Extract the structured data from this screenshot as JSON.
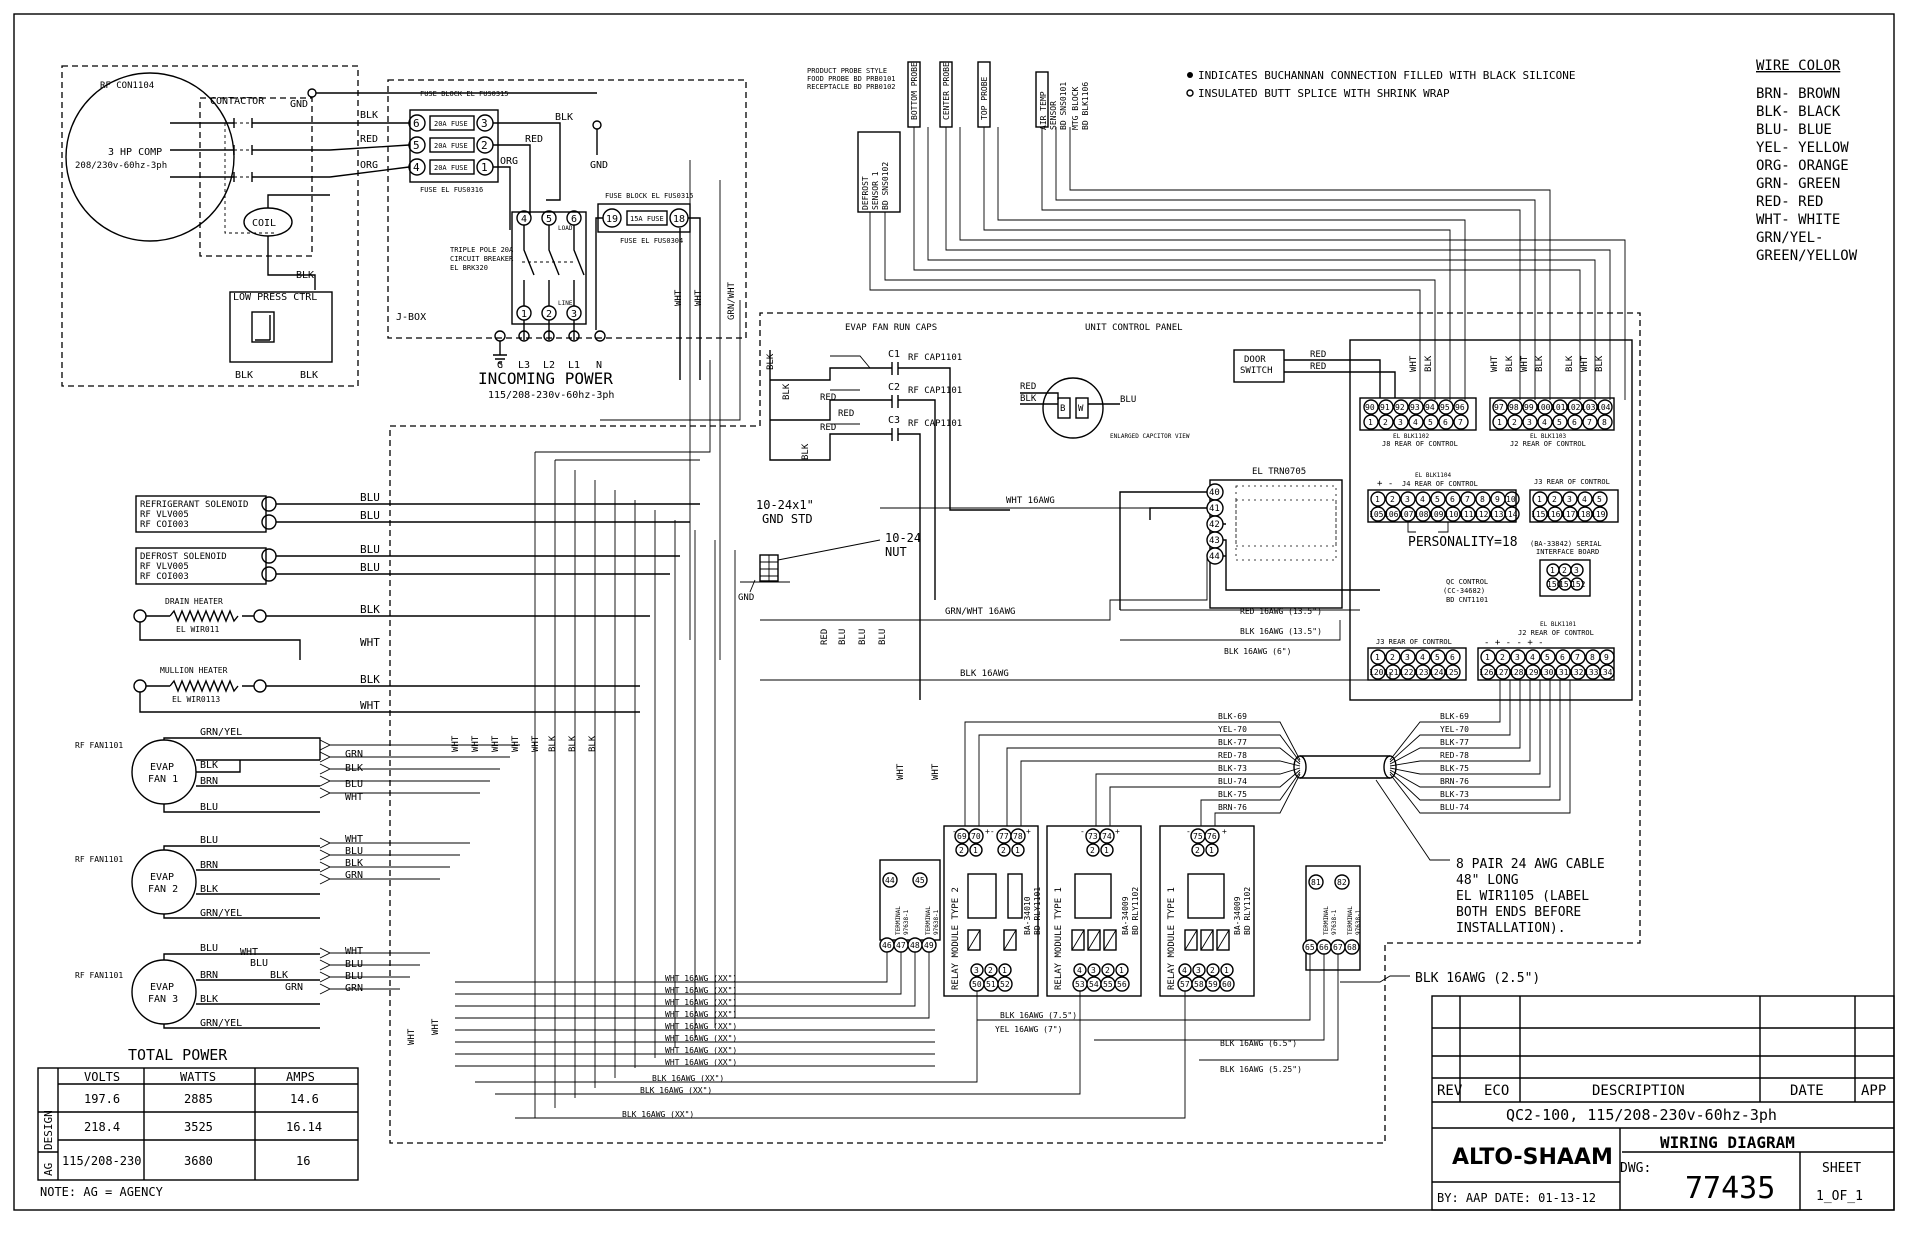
{
  "notes": [
    "INDICATES BUCHANNAN CONNECTION FILLED WITH BLACK SILICONE",
    "INSULATED BUTT SPLICE WITH SHRINK WRAP"
  ],
  "wire_color": {
    "title": "WIRE COLOR",
    "entries": [
      "BRN- BROWN",
      "BLK- BLACK",
      "BLU- BLUE",
      "YEL- YELLOW",
      "ORG- ORANGE",
      "GRN- GREEN",
      "RED- RED",
      "WHT- WHITE",
      "GRN/YEL-",
      "GREEN/YELLOW"
    ]
  },
  "compressor": {
    "ref": "RF CON1104",
    "name": "3 HP COMP",
    "rating": "208/230v-60hz-3ph",
    "contactor": "CONTACTOR",
    "coil": "COIL",
    "low_press": "LOW PRESS CTRL",
    "gnd": "GND"
  },
  "jbox": {
    "label": "J-BOX",
    "fuse_block_top": "FUSE BLOCK EL FUS0315",
    "fuse_block_bottom": "FUSE EL FUS0316",
    "fuse_label": "20A FUSE",
    "fuse_small": "15A FUSE",
    "fuse_block_right": "FUSE BLOCK EL FUS0315",
    "fuse_right_bottom": "FUSE EL FUS0304",
    "breaker": [
      "TRIPLE POLE 20A",
      "CIRCUIT BREAKER",
      "EL BRK320"
    ],
    "gnd": "GND",
    "line": "LINE",
    "load": "LOAD"
  },
  "incoming": {
    "terminals": [
      "G",
      "L3",
      "L2",
      "L1",
      "N"
    ],
    "label": "INCOMING POWER",
    "rating": "115/208-230v-60hz-3ph"
  },
  "probes": {
    "style_note": [
      "PRODUCT PROBE STYLE",
      "FOOD PROBE BD PRB0101",
      "RECEPTACLE BD PRB0102"
    ],
    "defrost": [
      "DEFROST",
      "SENSOR 1",
      "BD SNS0102"
    ],
    "bottom": "BOTTOM PROBE",
    "center": "CENTER PROBE",
    "top": "TOP PROBE",
    "air": [
      "AIR TEMP",
      "SENSOR",
      "BD SNS0101"
    ],
    "mtg": [
      "MTG BLOCK",
      "BD BLK1106"
    ]
  },
  "left_components": {
    "ref_solenoid": [
      "REFRIGERANT SOLENOID",
      "RF VLV005",
      "RF COI003"
    ],
    "def_solenoid": [
      "DEFROST SOLENOID",
      "RF VLV005",
      "RF COI003"
    ],
    "drain_heater": [
      "DRAIN HEATER",
      "EL WIR011"
    ],
    "mullion_heater": [
      "MULLION HEATER",
      "EL WIR0113"
    ],
    "fan_ref": "RF FAN1101",
    "fan1": [
      "EVAP",
      "FAN 1"
    ],
    "fan2": [
      "EVAP",
      "FAN 2"
    ],
    "fan3": [
      "EVAP",
      "FAN 3"
    ]
  },
  "caps": {
    "title": "EVAP FAN RUN CAPS",
    "c1": "C1",
    "c2": "C2",
    "c3": "C3",
    "ref": "RF CAP1101",
    "gnd_std": [
      "10-24x1\"",
      "GND STD"
    ],
    "nut": [
      "10-24",
      "NUT"
    ],
    "gnd": "GND",
    "enlarged": "ENLARGED CAPCITOR VIEW"
  },
  "panel": {
    "title": "UNIT CONTROL PANEL",
    "door_switch": [
      "DOOR",
      "SWITCH"
    ],
    "trn": "EL TRN0705",
    "j8": [
      "EL BLK1102",
      "J8 REAR OF CONTROL"
    ],
    "j2": [
      "EL BLK1103",
      "J2 REAR OF CONTROL"
    ],
    "j4": [
      "EL BLK1104",
      "J4 REAR OF CONTROL"
    ],
    "j3": "J3 REAR OF CONTROL",
    "personality": "PERSONALITY=18",
    "serial": [
      "(BA-33842) SERIAL",
      "INTERFACE BOARD"
    ],
    "qc": [
      "QC CONTROL",
      "(CC-34682)",
      "BD CNT1101"
    ],
    "j3b": "J3 REAR OF CONTROL",
    "j2b": [
      "EL BLK1101",
      "J2 REAR OF CONTROL"
    ],
    "wires_gauge": [
      "WHT 16AWG",
      "GRN/WHT 16AWG",
      "BLK 16AWG",
      "RED 16AWG (13.5\")",
      "BLK 16AWG (13.5\")",
      "BLK 16AWG (6\")"
    ]
  },
  "relays": {
    "rm2": [
      "RELAY MODULE TYPE 2",
      "BA-34010",
      "BD RLY1101"
    ],
    "rm1a": [
      "RELAY MODULE TYPE 1",
      "BA-34009",
      "BD RLY1102"
    ],
    "rm1b": [
      "RELAY MODULE TYPE 1",
      "BA-34009",
      "BD RLY1102"
    ],
    "terminal": [
      "TERMINAL",
      "97638-1"
    ]
  },
  "cable": {
    "labels_left": [
      "BLK-69",
      "YEL-70",
      "BLK-77",
      "RED-78",
      "BLK-73",
      "BLU-74",
      "BLK-75",
      "BRN-76"
    ],
    "labels_right": [
      "BLK-69",
      "YEL-70",
      "BLK-77",
      "RED-78",
      "BLK-75",
      "BRN-76",
      "BLK-73",
      "BLU-74"
    ],
    "note": [
      "8 PAIR 24 AWG CABLE",
      "48\" LONG",
      "EL WIR1105  (LABEL",
      "BOTH ENDS BEFORE",
      "INSTALLATION)."
    ],
    "blk_note": "BLK 16AWG (2.5\")",
    "lower_wires": [
      "WHT 16AWG (XX\")",
      "WHT 16AWG (XX\")",
      "WHT 16AWG (XX\")",
      "WHT 16AWG (XX\")",
      "WHT 16AWG (XX\")",
      "WHT 16AWG (XX\")",
      "WHT 16AWG (XX\")",
      "WHT 16AWG (XX\")",
      "BLK 16AWG (XX\")",
      "BLK 16AWG (XX\")",
      "BLK 16AWG (XX\")"
    ],
    "mid_wires": [
      "BLK 16AWG (7.5\")",
      "YEL 16AWG (7\")",
      "BLK 16AWG (6.5\")",
      "BLK 16AWG (5.25\")"
    ]
  },
  "power_table": {
    "title": "TOTAL POWER",
    "headers": [
      "VOLTS",
      "WATTS",
      "AMPS"
    ],
    "rows": [
      {
        "volts": "197.6",
        "watts": "2885",
        "amps": "14.6"
      },
      {
        "volts": "218.4",
        "watts": "3525",
        "amps": "16.14"
      },
      {
        "volts": "115/208-230",
        "watts": "3680",
        "amps": "16"
      }
    ],
    "row_labels": [
      "DESIGN",
      "AG"
    ],
    "note": "NOTE: AG = AGENCY"
  },
  "title_block": {
    "headers": [
      "REV",
      "ECO",
      "DESCRIPTION",
      "DATE",
      "APP"
    ],
    "model": "QC2-100, 115/208-230v-60hz-3ph",
    "brand": "ALTO-SHAAM",
    "title": "WIRING DIAGRAM",
    "dwg_label": "DWG:",
    "dwg": "77435",
    "sheet_label": "SHEET",
    "sheet": "1_OF_1",
    "by": "BY:  AAP DATE:  01-13-12"
  }
}
